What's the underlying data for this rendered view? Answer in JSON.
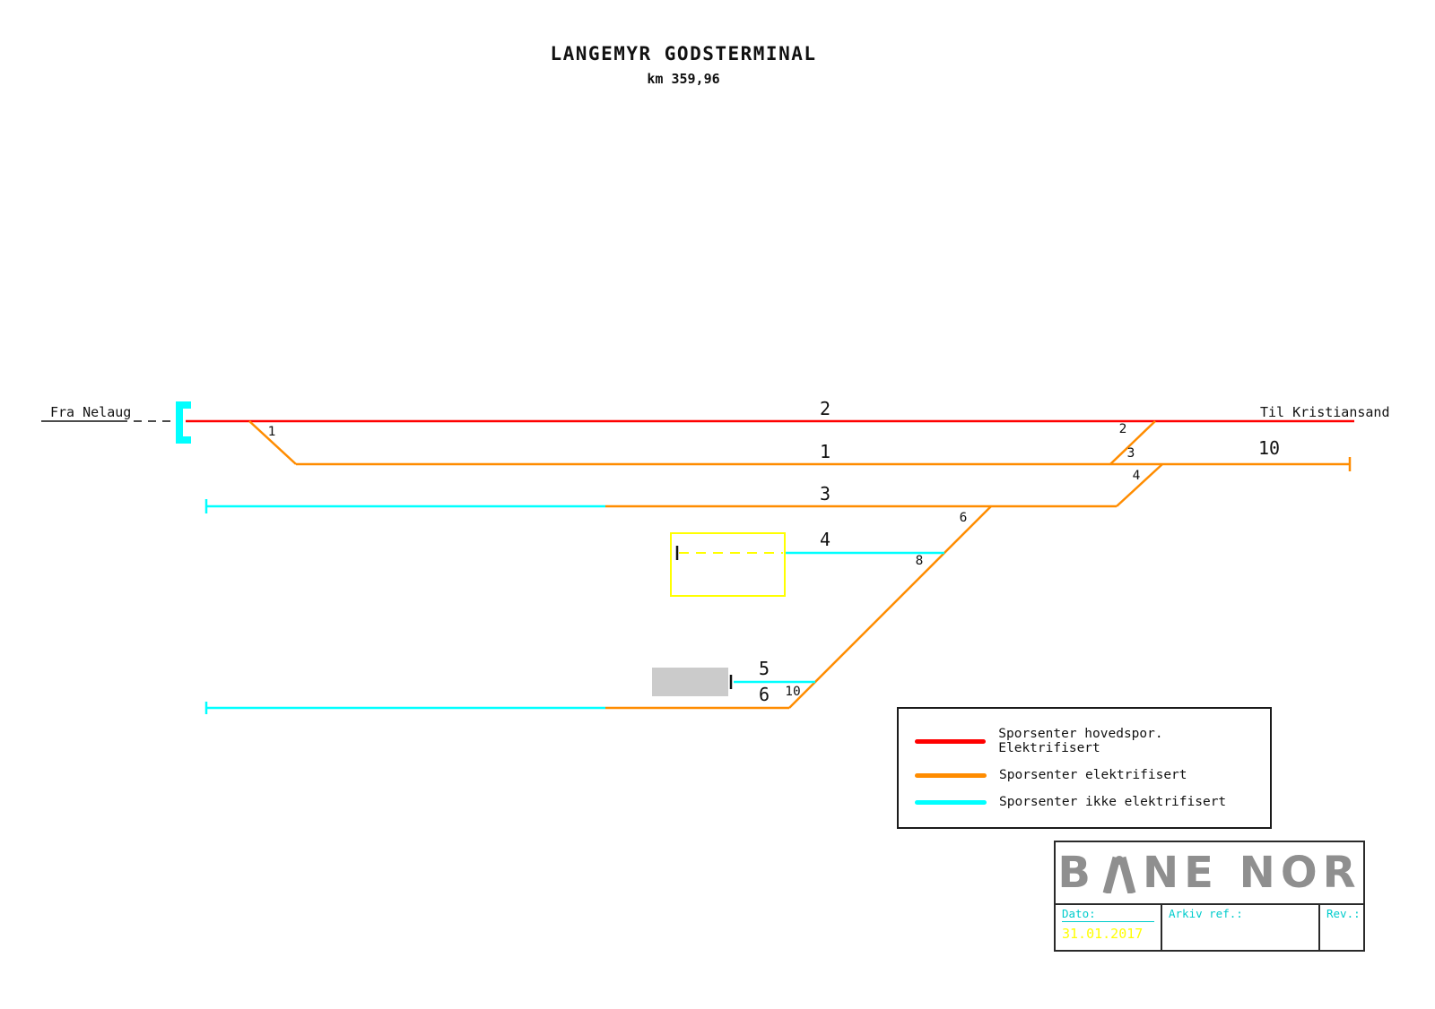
{
  "page": {
    "title": "LANGEMYR GODSTERMINAL",
    "subtitle": "km 359,96"
  },
  "endpoints": {
    "from": "Fra Nelaug",
    "to": "Til Kristiansand"
  },
  "labels": {
    "tracks": {
      "t1": "1",
      "t2": "2",
      "t3": "3",
      "t4": "4",
      "t5": "5",
      "t6": "6",
      "t10": "10"
    },
    "switches": {
      "s1": "1",
      "s2": "2",
      "s3": "3",
      "s4": "4",
      "s6": "6",
      "s8": "8",
      "s10": "10"
    }
  },
  "legend": {
    "items": [
      {
        "label": "Sporsenter hovedspor. Elektrifisert",
        "color": "#ff0000"
      },
      {
        "label": "Sporsenter elektrifisert",
        "color": "#ff8c00"
      },
      {
        "label": "Sporsenter ikke elektrifisert",
        "color": "#00ffff"
      }
    ]
  },
  "title_block": {
    "logo_name": "BANE NOR",
    "logo_text_left": "B",
    "logo_text_right": "NE NOR",
    "fields": [
      {
        "label": "Dato:",
        "value": "31.01.2017"
      },
      {
        "label": "Arkiv ref.:",
        "value": ""
      },
      {
        "label": "Rev.:",
        "value": ""
      }
    ]
  },
  "colors": {
    "main_track_electrified": "#ff0000",
    "siding_electrified": "#ff8c00",
    "non_electrified": "#00ffff",
    "highlight_box": "#ffff00",
    "date_value": "#ffff00",
    "table_header": "#00cccc",
    "logo_gray": "#8f8f8f",
    "platform_gray": "#cbcbcb"
  }
}
